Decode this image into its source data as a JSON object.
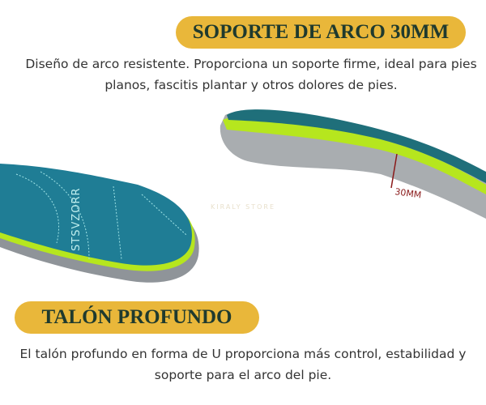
{
  "section1": {
    "title": "SOPORTE DE ARCO 30MM",
    "description": "Diseño de arco resistente. Proporciona un soporte firme, ideal para pies planos, fascitis plantar y otros dolores de pies.",
    "measure_label": "30MM"
  },
  "section2": {
    "title": "TALÓN PROFUNDO",
    "description": "El talón profundo en forma de U proporciona más control, estabilidad y soporte para el arco del pie."
  },
  "product": {
    "brand_print": "STSVZORR",
    "watermark": "KIRALY STORE"
  },
  "colors": {
    "pill": "#e9b73a",
    "title_text": "#1f3a2e",
    "insole_top": "#1f7d95",
    "insole_edge": "#b6e61e",
    "insole_base": "#a9adb0",
    "measure": "#8a1a1a"
  }
}
